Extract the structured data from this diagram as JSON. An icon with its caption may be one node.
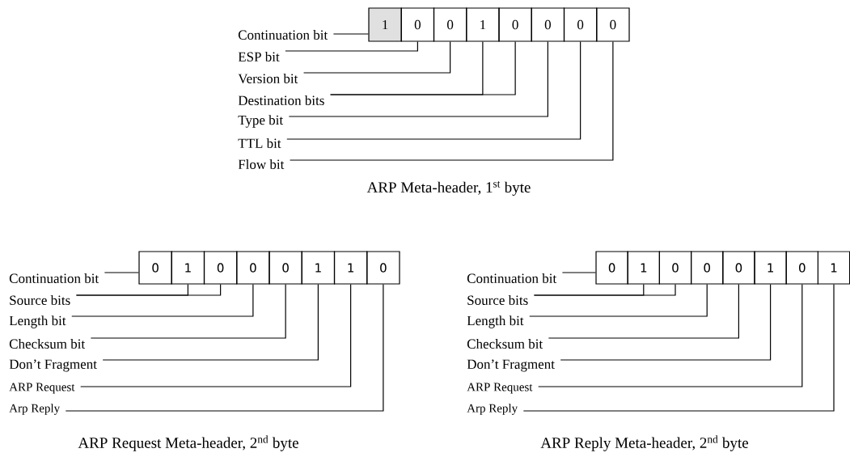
{
  "diagram": {
    "nodes": [
      {
        "text": [
          "1"
        ]
      },
      {
        "text": [
          "0"
        ]
      },
      {
        "text": [
          "0"
        ]
      },
      {
        "text": [
          "1"
        ]
      },
      {
        "text": [
          "0"
        ]
      },
      {
        "text": [
          "0"
        ]
      },
      {
        "text": [
          "0"
        ]
      },
      {
        "text": [
          "0"
        ]
      },
      {
        "text": [
          "Continuation bit"
        ]
      },
      {
        "text": [
          "ESP bit"
        ]
      },
      {
        "text": [
          "Version bit"
        ]
      },
      {
        "text": [
          "Destination bits"
        ]
      },
      {
        "text": [
          "Type bit"
        ]
      },
      {
        "text": [
          "TTL bit"
        ]
      },
      {
        "text": [
          "Flow bit"
        ]
      },
      {
        "text": [
          "0"
        ]
      },
      {
        "text": [
          "1"
        ]
      },
      {
        "text": [
          "0"
        ]
      },
      {
        "text": [
          "0"
        ]
      },
      {
        "text": [
          "0"
        ]
      },
      {
        "text": [
          "1"
        ]
      },
      {
        "text": [
          "1"
        ]
      },
      {
        "text": [
          "0"
        ]
      },
      {
        "text": [
          "Continuation bit"
        ]
      },
      {
        "text": [
          "Source bits"
        ]
      },
      {
        "text": [
          "Length bit"
        ]
      },
      {
        "text": [
          "Checksum bit"
        ]
      },
      {
        "text": [
          "Don’t Fragment"
        ]
      },
      {
        "text": [
          "ARP Request"
        ]
      },
      {
        "text": [
          "Arp Reply"
        ]
      },
      {
        "text": [
          "0"
        ]
      },
      {
        "text": [
          "1"
        ]
      },
      {
        "text": [
          "0"
        ]
      },
      {
        "text": [
          "0"
        ]
      },
      {
        "text": [
          "0"
        ]
      },
      {
        "text": [
          "1"
        ]
      },
      {
        "text": [
          "0"
        ]
      },
      {
        "text": [
          "1"
        ]
      },
      {
        "text": [
          "Continuation bit"
        ]
      },
      {
        "text": [
          "Source bits"
        ]
      },
      {
        "text": [
          "Length bit"
        ]
      },
      {
        "text": [
          "Checksum bit"
        ]
      },
      {
        "text": [
          "Don’t Fragment"
        ]
      },
      {
        "text": [
          "ARP Request"
        ]
      },
      {
        "text": [
          "Arp Reply"
        ]
      }
    ],
    "edges": [
      {
        "from": 8,
        "to": 0,
        "arrow": "none"
      },
      {
        "from": 9,
        "to": 1,
        "arrow": "none"
      },
      {
        "from": 10,
        "to": 2,
        "arrow": "none"
      },
      {
        "from": 11,
        "to": 3,
        "arrow": "none"
      },
      {
        "from": 11,
        "to": 4,
        "arrow": "none"
      },
      {
        "from": 12,
        "to": 5,
        "arrow": "none"
      },
      {
        "from": 13,
        "to": 6,
        "arrow": "none"
      },
      {
        "from": 14,
        "to": 7,
        "arrow": "none"
      },
      {
        "from": 23,
        "to": 15,
        "arrow": "none"
      },
      {
        "from": 24,
        "to": 16,
        "arrow": "none"
      },
      {
        "from": 24,
        "to": 17,
        "arrow": "none"
      },
      {
        "from": 25,
        "to": 18,
        "arrow": "none"
      },
      {
        "from": 26,
        "to": 19,
        "arrow": "none"
      },
      {
        "from": 27,
        "to": 20,
        "arrow": "none"
      },
      {
        "from": 28,
        "to": 21,
        "arrow": "none"
      },
      {
        "from": 29,
        "to": 22,
        "arrow": "none"
      },
      {
        "from": 38,
        "to": 30,
        "arrow": "none"
      },
      {
        "from": 39,
        "to": 31,
        "arrow": "none"
      },
      {
        "from": 39,
        "to": 32,
        "arrow": "none"
      },
      {
        "from": 40,
        "to": 33,
        "arrow": "none"
      },
      {
        "from": 41,
        "to": 34,
        "arrow": "none"
      },
      {
        "from": 42,
        "to": 35,
        "arrow": "none"
      },
      {
        "from": 43,
        "to": 36,
        "arrow": "none"
      },
      {
        "from": 44,
        "to": 37,
        "arrow": "none"
      }
    ],
    "labels": [
      "ARP Meta-header, 1$^{st}$ byte",
      "ARP Request Meta-header, 2$^{nd}$ byte",
      "ARP Reply Meta-header, 2$^{nd}$ byte"
    ]
  }
}
